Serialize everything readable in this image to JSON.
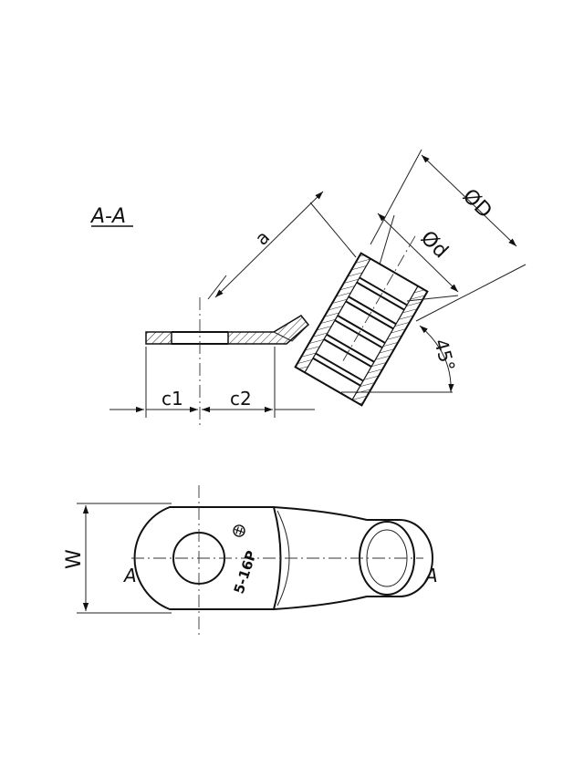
{
  "section_view": {
    "title": "A-A",
    "dimensions": {
      "a": "a",
      "outer_diameter": "ØD",
      "inner_diameter": "Ød",
      "angle": "45°",
      "c1": "c1",
      "c2": "c2"
    }
  },
  "plan_view": {
    "width_label": "W",
    "section_mark_left": "A",
    "section_mark_right": "A",
    "marking_text": "5-16P",
    "logo_mark": "logo"
  }
}
